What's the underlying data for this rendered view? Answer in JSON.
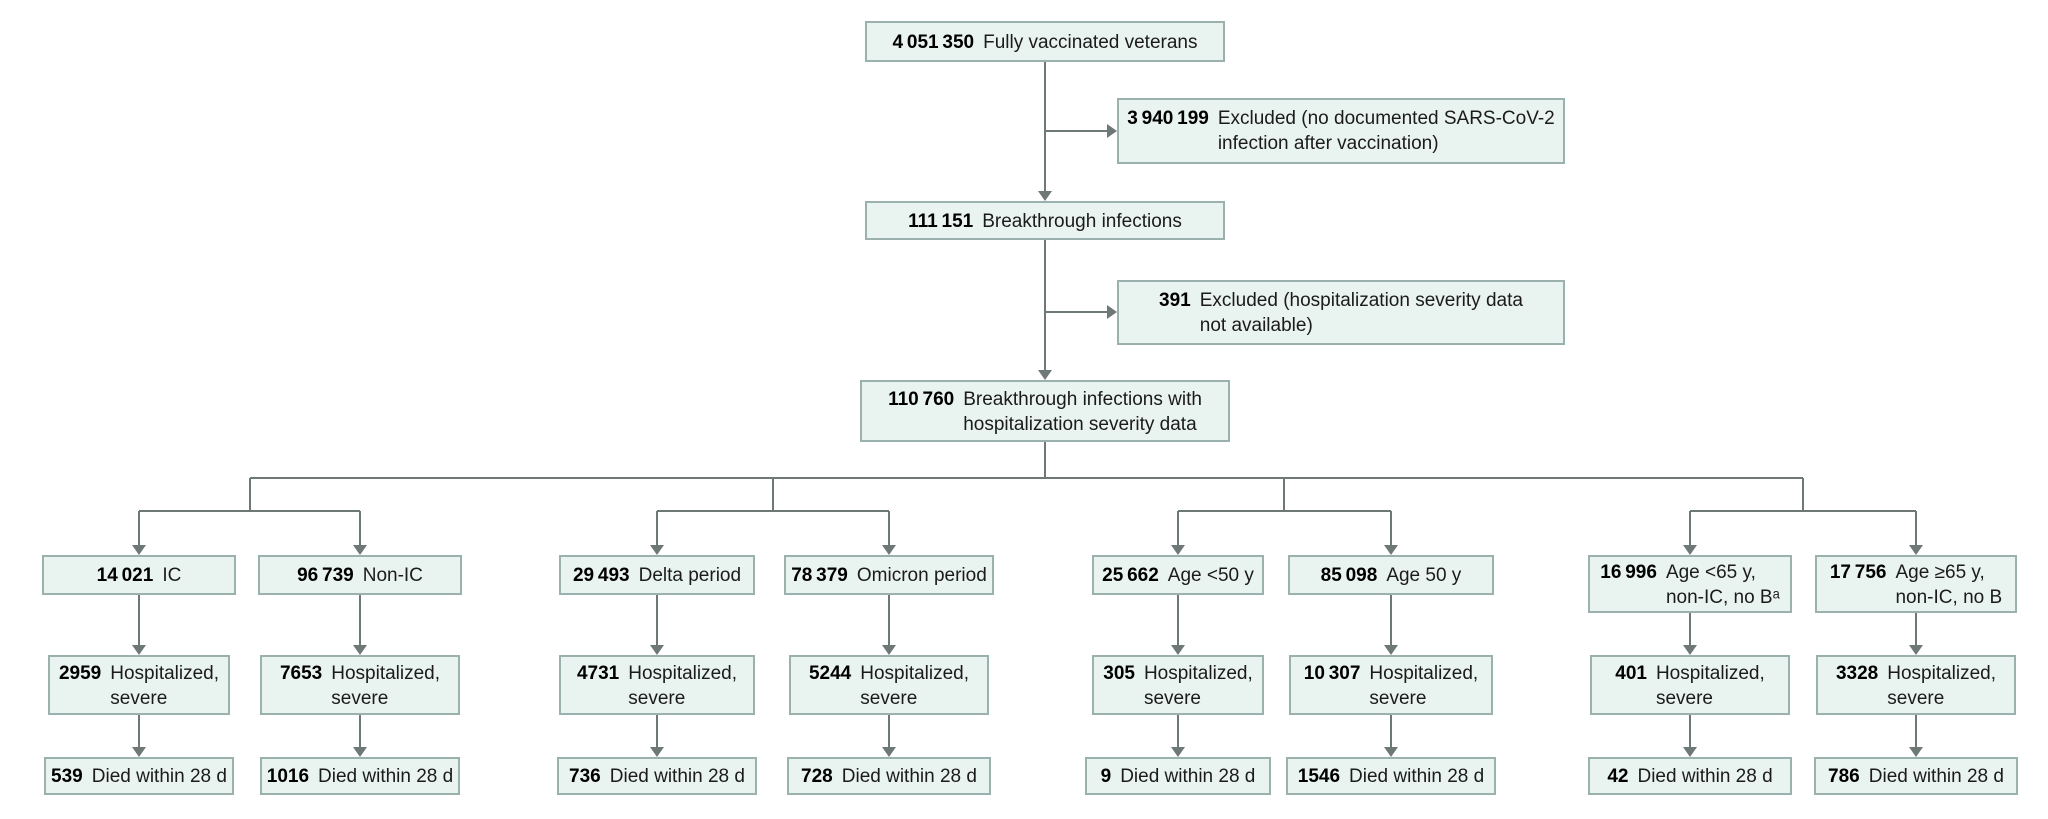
{
  "figure": {
    "type": "flow-diagram",
    "colors": {
      "background": "#ffffff",
      "box_fill": "#e9f3f0",
      "box_border": "#9bb1ad",
      "line": "#6e7876",
      "number": "#000000",
      "label": "#1b1b1b"
    }
  },
  "flow": {
    "root": {
      "count": "4 051 350",
      "label": "Fully vaccinated veterans"
    },
    "excluded_no_infection": {
      "count": "3 940 199",
      "label": "Excluded (no documented SARS-CoV-2\ninfection after vaccination)"
    },
    "breakthrough": {
      "count": "111 151",
      "label": "Breakthrough infections"
    },
    "excluded_no_severity_data": {
      "count": "391",
      "label": "Excluded (hospitalization severity data\nnot available)"
    },
    "severity": {
      "count": "110 760",
      "label": "Breakthrough infections with\nhospitalization severity data"
    },
    "branches": [
      {
        "count": "14 021",
        "label": "IC",
        "hospitalized": {
          "count": "2959",
          "label": "Hospitalized,\nsevere"
        },
        "died": {
          "count": "539",
          "label": "Died within 28 d"
        }
      },
      {
        "count": "96 739",
        "label": "Non-IC",
        "hospitalized": {
          "count": "7653",
          "label": "Hospitalized,\nsevere"
        },
        "died": {
          "count": "1016",
          "label": "Died within 28 d"
        }
      },
      {
        "count": "29 493",
        "label": "Delta period",
        "hospitalized": {
          "count": "4731",
          "label": "Hospitalized,\nsevere"
        },
        "died": {
          "count": "736",
          "label": "Died within 28 d"
        }
      },
      {
        "count": "78 379",
        "label": "Omicron period",
        "hospitalized": {
          "count": "5244",
          "label": "Hospitalized,\nsevere"
        },
        "died": {
          "count": "728",
          "label": "Died within 28 d"
        }
      },
      {
        "count": "25 662",
        "label": "Age <50 y",
        "hospitalized": {
          "count": "305",
          "label": "Hospitalized,\nsevere"
        },
        "died": {
          "count": "9",
          "label": "Died within 28 d"
        }
      },
      {
        "count": "85 098",
        "label": "Age 50 y",
        "hospitalized": {
          "count": "10 307",
          "label": "Hospitalized,\nsevere"
        },
        "died": {
          "count": "1546",
          "label": "Died within 28 d"
        }
      },
      {
        "count": "16 996",
        "label": "Age <65 y,\nnon-IC, no Bᵃ",
        "hospitalized": {
          "count": "401",
          "label": "Hospitalized,\nsevere"
        },
        "died": {
          "count": "42",
          "label": "Died within 28 d"
        }
      },
      {
        "count": "17 756",
        "label": "Age ≥65 y,\nnon-IC, no B",
        "hospitalized": {
          "count": "3328",
          "label": "Hospitalized,\nsevere"
        },
        "died": {
          "count": "786",
          "label": "Died within 28 d"
        }
      }
    ]
  }
}
